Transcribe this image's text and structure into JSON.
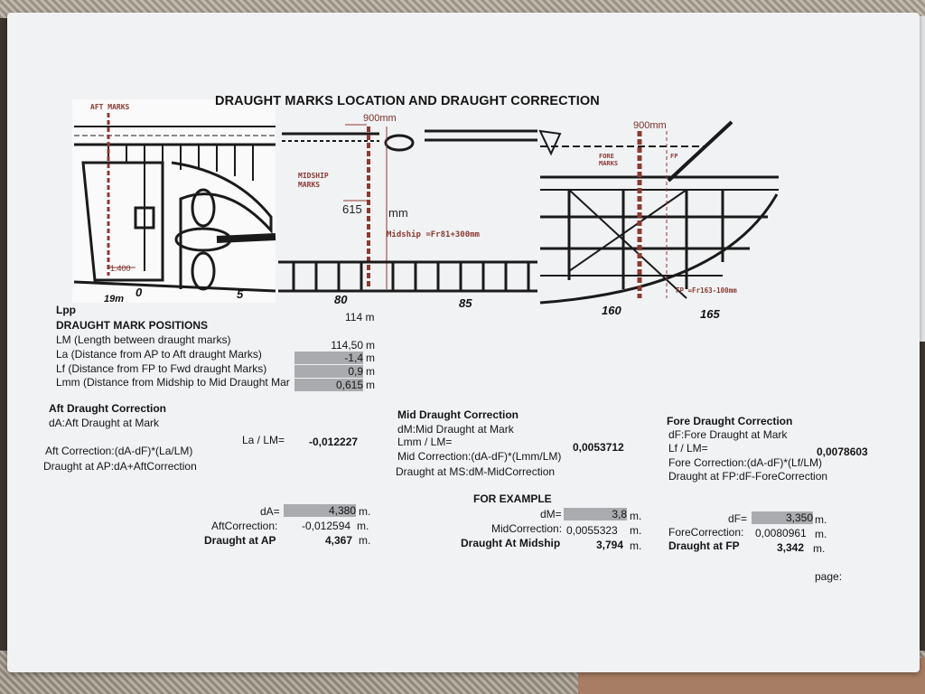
{
  "title": "DRAUGHT MARKS LOCATION AND DRAUGHT CORRECTION",
  "drawing": {
    "aft_label": "AFT MARKS",
    "aft_dim": "1.400",
    "aft_19m": "19m",
    "frame_0": "0",
    "frame_5": "5",
    "dim_900_mid": "900mm",
    "dim_615": "615",
    "dim_mm": "mm",
    "midship_marks": [
      "MIDSHIP",
      "MARKS"
    ],
    "midship_note": "Midship =Fr81+300mm",
    "frame_80": "80",
    "frame_85": "85",
    "dim_900_fore": "900mm",
    "fore_marks": [
      "FORE",
      "MARKS"
    ],
    "fp_label": "FP",
    "fp_note": "FP =Fr163-100mm",
    "frame_160": "160",
    "frame_165": "165"
  },
  "positions": {
    "lpp_label": "Lpp",
    "lpp_value": "114 m",
    "heading": "DRAUGHT MARK POSITIONS",
    "rows": [
      {
        "label": "LM (Length between draught marks)",
        "value": "114,50",
        "unit": "m"
      },
      {
        "label": "La (Distance from AP to Aft draught Marks)",
        "value": "-1,4",
        "unit": "m"
      },
      {
        "label": "Lf (Distance from FP to Fwd draught Marks)",
        "value": "0,9",
        "unit": "m"
      },
      {
        "label": "Lmm (Distance from Midship to Mid Draught Mar",
        "value": "0,615",
        "unit": "m"
      }
    ]
  },
  "aft": {
    "heading": "Aft Draught Correction",
    "line1": "dA:Aft Draught at Mark",
    "ratio_label": "La / LM=",
    "ratio_value": "-0,012227",
    "formula": "Aft Correction:(dA-dF)*(La/LM)",
    "draught_formula": "Draught at AP:dA+AftCorrection",
    "example_label": "dA=",
    "example_value": "4,380",
    "example_unit": "m.",
    "correction_label": "AftCorrection:",
    "correction_value": "-0,012594",
    "correction_unit": "m.",
    "result_label": "Draught at AP",
    "result_value": "4,367",
    "result_unit": "m."
  },
  "mid": {
    "heading": "Mid Draught Correction",
    "line1": "dM:Mid Draught at Mark",
    "ratio_label": "Lmm / LM=",
    "ratio_value": "0,0053712",
    "formula": "Mid Correction:(dA-dF)*(Lmm/LM)",
    "draught_formula": "Draught at MS:dM-MidCorrection",
    "example_heading": "FOR EXAMPLE",
    "example_label": "dM=",
    "example_value": "3,8",
    "example_unit": "m.",
    "correction_label": "MidCorrection:",
    "correction_value": "0,0055323",
    "correction_unit": "m.",
    "result_label": "Draught At Midship",
    "result_value": "3,794",
    "result_unit": "m."
  },
  "fore": {
    "heading": "Fore Draught Correction",
    "line1": "dF:Fore Draught at Mark",
    "ratio_label": "Lf / LM=",
    "ratio_value": "0,0078603",
    "formula": "Fore Correction:(dA-dF)*(Lf/LM)",
    "draught_formula": "Draught at FP:dF-ForeCorrection",
    "example_label": "dF=",
    "example_value": "3,350",
    "example_unit": "m.",
    "correction_label": "ForeCorrection:",
    "correction_value": "0,0080961",
    "correction_unit": "m.",
    "result_label": "Draught at FP",
    "result_value": "3,342",
    "result_unit": "m."
  },
  "footer": {
    "page_label": "page:"
  },
  "colors": {
    "paper": "#f1f2f4",
    "highlight": "#a9abae",
    "drawing_accent": "#8a3a32"
  }
}
